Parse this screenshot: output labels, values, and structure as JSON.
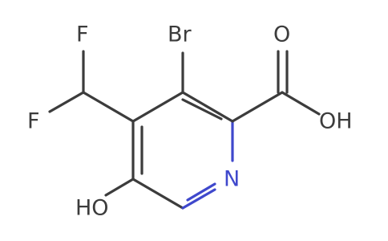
{
  "molecule": {
    "atoms": {
      "br": "Br",
      "f_top": "F",
      "f_bottom": "F",
      "o_carbonyl": "O",
      "oh_acid": "OH",
      "n_ring": "N",
      "ho_ring": "HO"
    }
  },
  "colors": {
    "bond": "#3c3c3c",
    "nitrogen": "#3f48cc",
    "background": "#ffffff"
  }
}
